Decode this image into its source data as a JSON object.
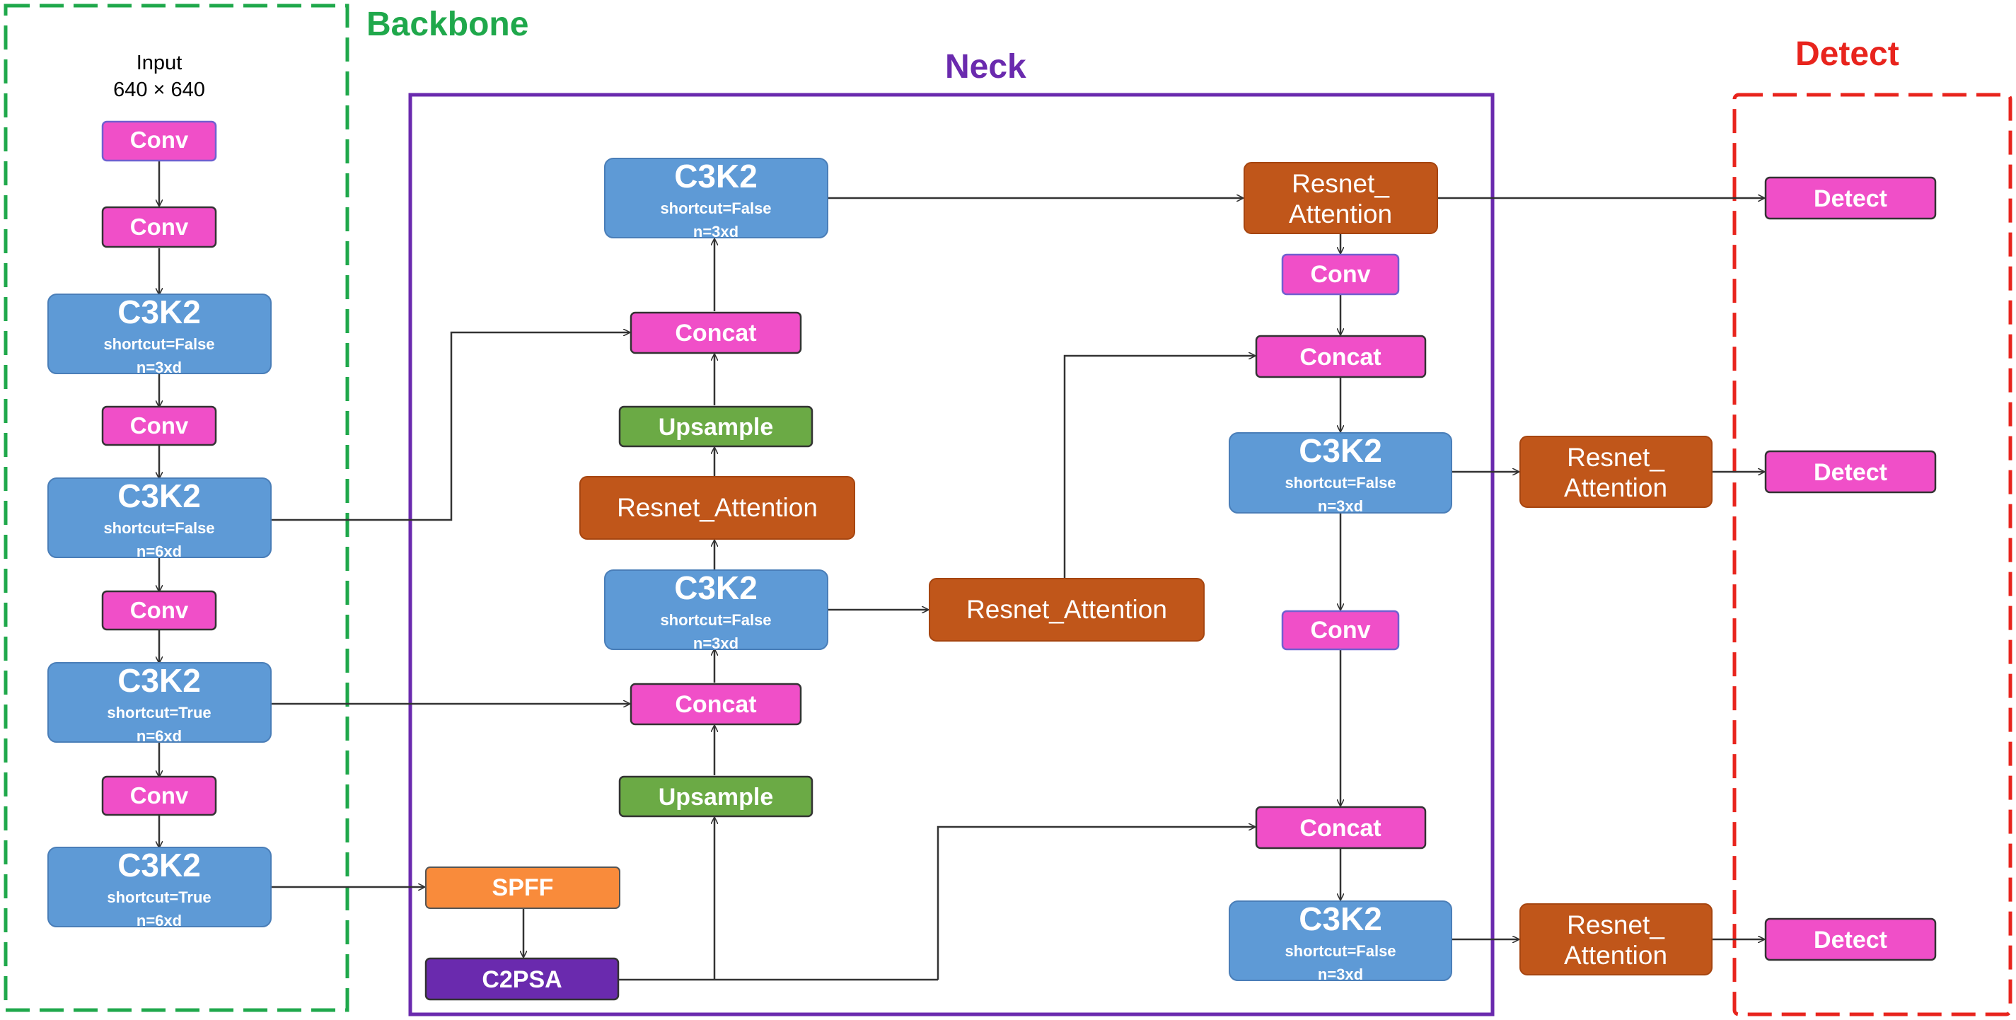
{
  "colors": {
    "conv": "#F04FC8",
    "c3k2": "#5E9AD6",
    "resnet": "#C0561A",
    "upsample": "#6BAA45",
    "spff": "#F98B3B",
    "c2psa": "#6A2AAE",
    "backbone": "#1FA84B",
    "neck": "#6A2AAE",
    "detect": "#E8241D"
  },
  "sections": {
    "backbone": "Backbone",
    "neck": "Neck",
    "detect": "Detect"
  },
  "input": {
    "label": "Input",
    "size": "640 × 640"
  },
  "labels": {
    "conv": "Conv",
    "c3k2": "C3K2",
    "concat": "Concat",
    "upsample": "Upsample",
    "resnet_attention": "Resnet_Attention",
    "resnet_attention_line1": "Resnet_",
    "resnet_attention_line2": "Attention",
    "spff": "SPFF",
    "c2psa": "C2PSA",
    "detect": "Detect"
  },
  "backbone": {
    "c3k2_blocks": [
      {
        "sub1": "shortcut=False",
        "sub2": "n=3xd"
      },
      {
        "sub1": "shortcut=False",
        "sub2": "n=6xd"
      },
      {
        "sub1": "shortcut=True",
        "sub2": "n=6xd"
      },
      {
        "sub1": "shortcut=True",
        "sub2": "n=6xd"
      }
    ]
  },
  "neck": {
    "c3k2_top": {
      "sub1": "shortcut=False",
      "sub2": "n=3xd"
    },
    "c3k2_mid": {
      "sub1": "shortcut=False",
      "sub2": "n=3xd"
    },
    "c3k2_right_mid": {
      "sub1": "shortcut=False",
      "sub2": "n=3xd"
    },
    "c3k2_right_bot": {
      "sub1": "shortcut=False",
      "sub2": "n=3xd"
    }
  }
}
